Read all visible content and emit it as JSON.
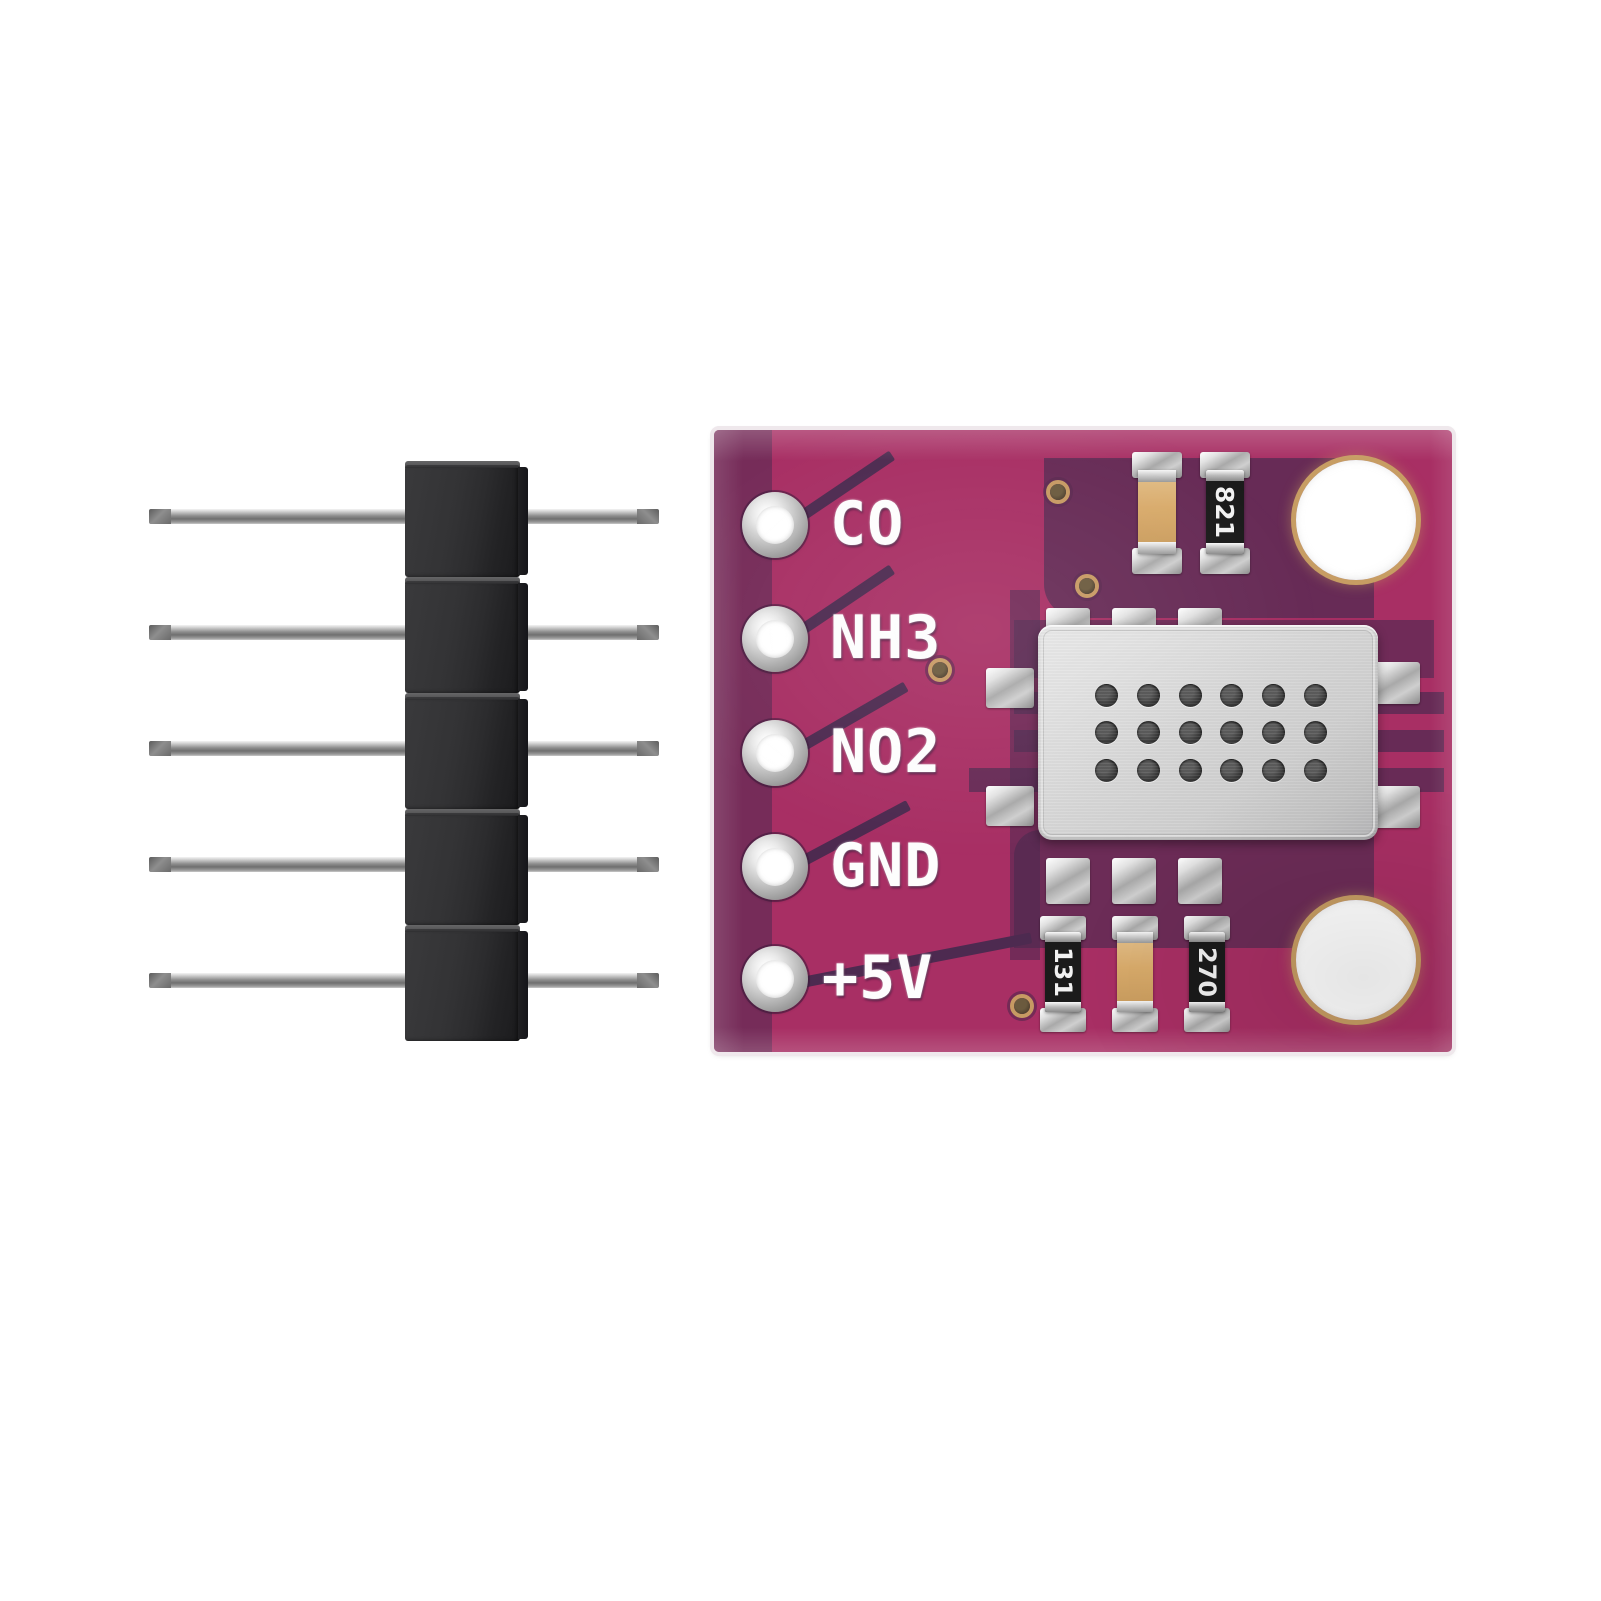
{
  "scene": {
    "title": "MiCS-6814 Multichannel Gas Sensor Breakout Module",
    "background_color": "#ffffff",
    "items": [
      "5-pin male header strip",
      "gas sensor breakout PCB"
    ]
  },
  "pin_header": {
    "name": "5-pin straight male header strip",
    "pin_count": 5,
    "plastic_color": "#2e2e30",
    "pin_metal_color": "#9a9a9a",
    "pins": [
      {
        "index": 1
      },
      {
        "index": 2
      },
      {
        "index": 3
      },
      {
        "index": 4
      },
      {
        "index": 5
      }
    ]
  },
  "pcb": {
    "name": "gas sensor breakout board",
    "solder_mask_color": "#a82f64",
    "copper_relief_color": "#4d2a50",
    "silkscreen_color": "#fdfdfd",
    "edge_color": "#efe8ec",
    "pin_labels": [
      {
        "label": "CO",
        "signal": "carbon monoxide output",
        "row": 1
      },
      {
        "label": "NH3",
        "signal": "ammonia output",
        "row": 2
      },
      {
        "label": "NO2",
        "signal": "nitrogen dioxide output",
        "row": 3
      },
      {
        "label": "GND",
        "signal": "ground",
        "row": 4
      },
      {
        "label": "+5V",
        "signal": "power supply",
        "row": 5
      }
    ],
    "through_hole_pads": 5,
    "mounting_holes": [
      {
        "position": "top-right",
        "rim_color": "#c79d63"
      },
      {
        "position": "bottom-right",
        "rim_color": "#c79d63"
      }
    ],
    "vias": 4,
    "components": [
      {
        "ref": "capacitor-top",
        "type": "capacitor",
        "marking": "",
        "body_color": "#d9ab6b",
        "area": "top-right"
      },
      {
        "ref": "resistor-821",
        "type": "resistor",
        "marking": "821",
        "body_color": "#1b1b1b",
        "area": "top-right"
      },
      {
        "ref": "resistor-131",
        "type": "resistor",
        "marking": "131",
        "body_color": "#1b1b1b",
        "area": "bottom"
      },
      {
        "ref": "capacitor-bottom",
        "type": "capacitor",
        "marking": "",
        "body_color": "#d9ab6b",
        "area": "bottom"
      },
      {
        "ref": "resistor-270",
        "type": "resistor",
        "marking": "270",
        "body_color": "#1b1b1b",
        "area": "bottom"
      }
    ],
    "sensor": {
      "name": "metal-can gas sensor",
      "cap_color": "#d7d7d7",
      "hole_grid_columns": 6,
      "hole_grid_rows": 3,
      "hole_count": 18,
      "solder_pads_top": 3,
      "solder_pads_bottom": 3,
      "solder_pads_left": 2,
      "solder_pads_right": 2
    }
  }
}
